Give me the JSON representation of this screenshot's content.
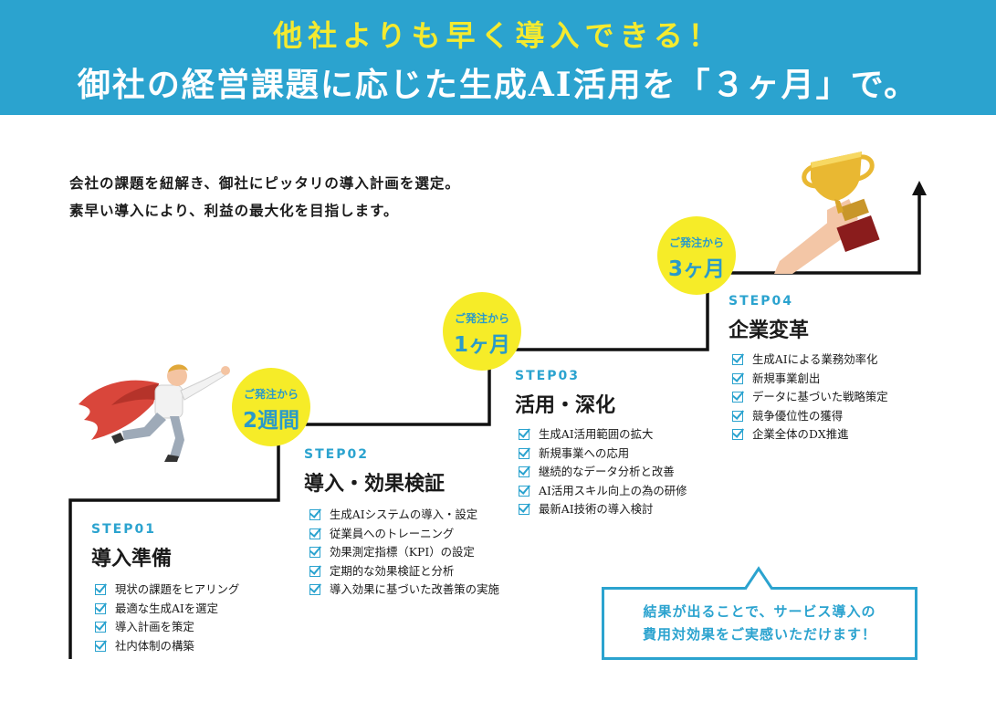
{
  "header": {
    "line1": "他社よりも早く導入できる！",
    "line2": "御社の経営課題に応じた生成AI活用を「３ヶ月」で。"
  },
  "intro": [
    "会社の課題を紐解き、御社にピッタリの導入計画を選定。",
    "素早い導入により、利益の最大化を目指します。"
  ],
  "badges": [
    {
      "small": "ご発注から",
      "big": "2週間"
    },
    {
      "small": "ご発注から",
      "big": "1ヶ月"
    },
    {
      "small": "ご発注から",
      "big": "3ヶ月"
    }
  ],
  "steps": [
    {
      "label": "STEP01",
      "title": "導入準備",
      "items": [
        "現状の課題をヒアリング",
        "最適な生成AIを選定",
        "導入計画を策定",
        "社内体制の構築"
      ]
    },
    {
      "label": "STEP02",
      "title": "導入・効果検証",
      "items": [
        "生成AIシステムの導入・設定",
        "従業員へのトレーニング",
        "効果測定指標（KPI）の設定",
        "定期的な効果検証と分析",
        "導入効果に基づいた改善策の実施"
      ]
    },
    {
      "label": "STEP03",
      "title": "活用・深化",
      "items": [
        "生成AI活用範囲の拡大",
        "新規事業への応用",
        "継続的なデータ分析と改善",
        "AI活用スキル向上の為の研修",
        "最新AI技術の導入検討"
      ]
    },
    {
      "label": "STEP04",
      "title": "企業変革",
      "items": [
        "生成AIによる業務効率化",
        "新規事業創出",
        "データに基づいた戦略策定",
        "競争優位性の獲得",
        "企業全体のDX推進"
      ]
    }
  ],
  "callout": {
    "line1": "結果が出ることで、サービス導入の",
    "line2": "費用対効果をご実感いただけます！"
  },
  "colors": {
    "accent": "#2ba3cf",
    "badge": "#f6ec28",
    "title_yellow": "#f4ea2f"
  },
  "icons": [
    "checkbox-check-icon",
    "superhero-illustration",
    "trophy-hand-illustration",
    "arrow-up-icon"
  ]
}
